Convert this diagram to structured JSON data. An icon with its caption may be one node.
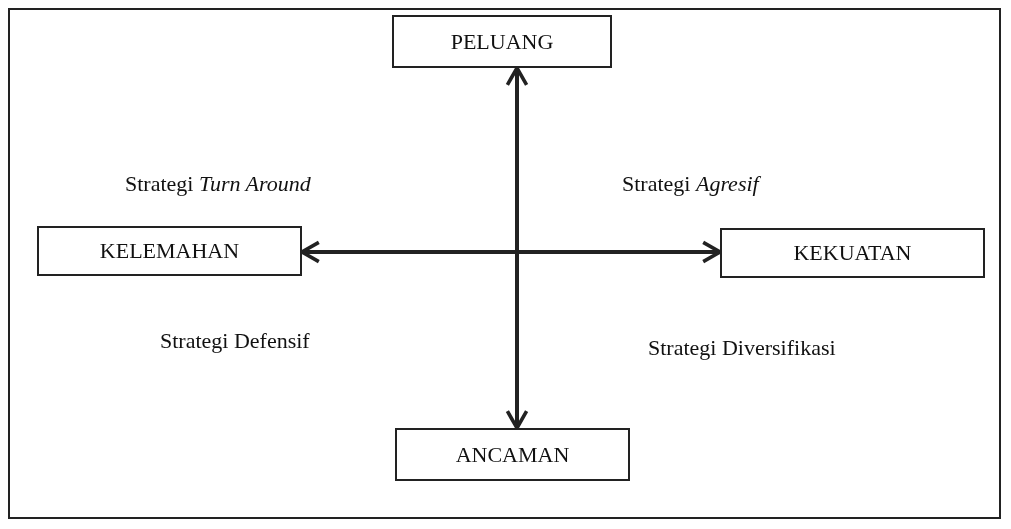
{
  "diagram": {
    "nodes": [
      {
        "text": [
          "PELUANG"
        ]
      },
      {
        "text": [
          "KELEMAHAN"
        ]
      },
      {
        "text": [
          "KEKUATAN"
        ]
      },
      {
        "text": [
          "ANCAMAN"
        ]
      }
    ],
    "edges": [
      {
        "from": 0,
        "to": 3,
        "arrow": "both"
      },
      {
        "from": 1,
        "to": 2,
        "arrow": "both"
      }
    ],
    "labels": [
      "Strategi *Turn Around*",
      "Strategi *Agresif*",
      "Strategi Defensif",
      "Strategi Diversifikasi"
    ]
  }
}
